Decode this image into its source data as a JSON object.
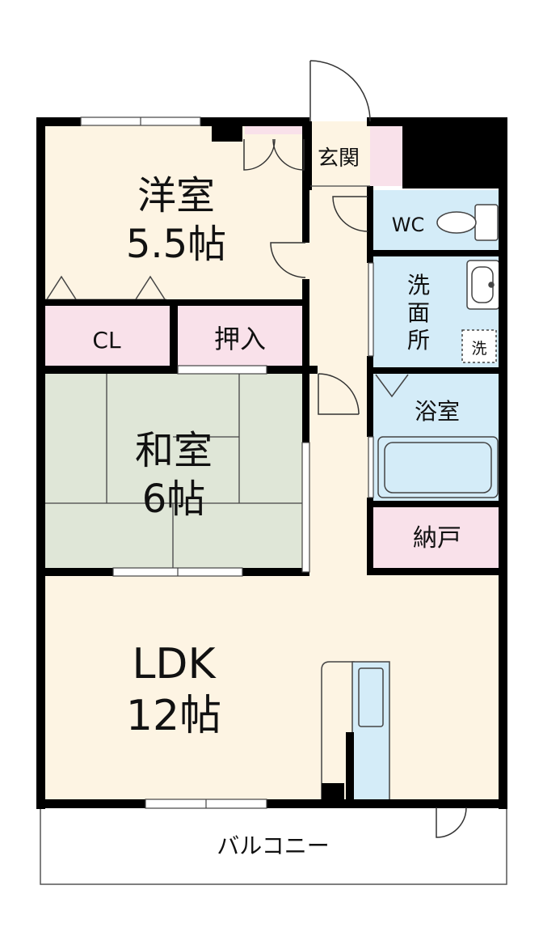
{
  "rooms": {
    "western": {
      "name": "洋室",
      "size": "5.5帖"
    },
    "closet": {
      "name": "CL"
    },
    "oshiire": {
      "name": "押入"
    },
    "japanese": {
      "name": "和室",
      "size": "6帖"
    },
    "ldk": {
      "name": "LDK",
      "size": "12帖"
    },
    "entrance": {
      "name": "玄関"
    },
    "wc": {
      "name": "WC"
    },
    "washroom": {
      "name": "洗面所",
      "lines": [
        "洗",
        "面",
        "所"
      ]
    },
    "washer_mark": {
      "name": "洗"
    },
    "bath": {
      "name": "浴室"
    },
    "storage": {
      "name": "納戸"
    },
    "balcony": {
      "name": "バルコニー"
    }
  },
  "colors": {
    "wall": "#000000",
    "floor": "#fdf4e3",
    "tatami": "#dfe6d7",
    "storage": "#f9e1ea",
    "wet_area": "#d4ecf8",
    "balcony": "#ffffff",
    "line": "#555555"
  }
}
